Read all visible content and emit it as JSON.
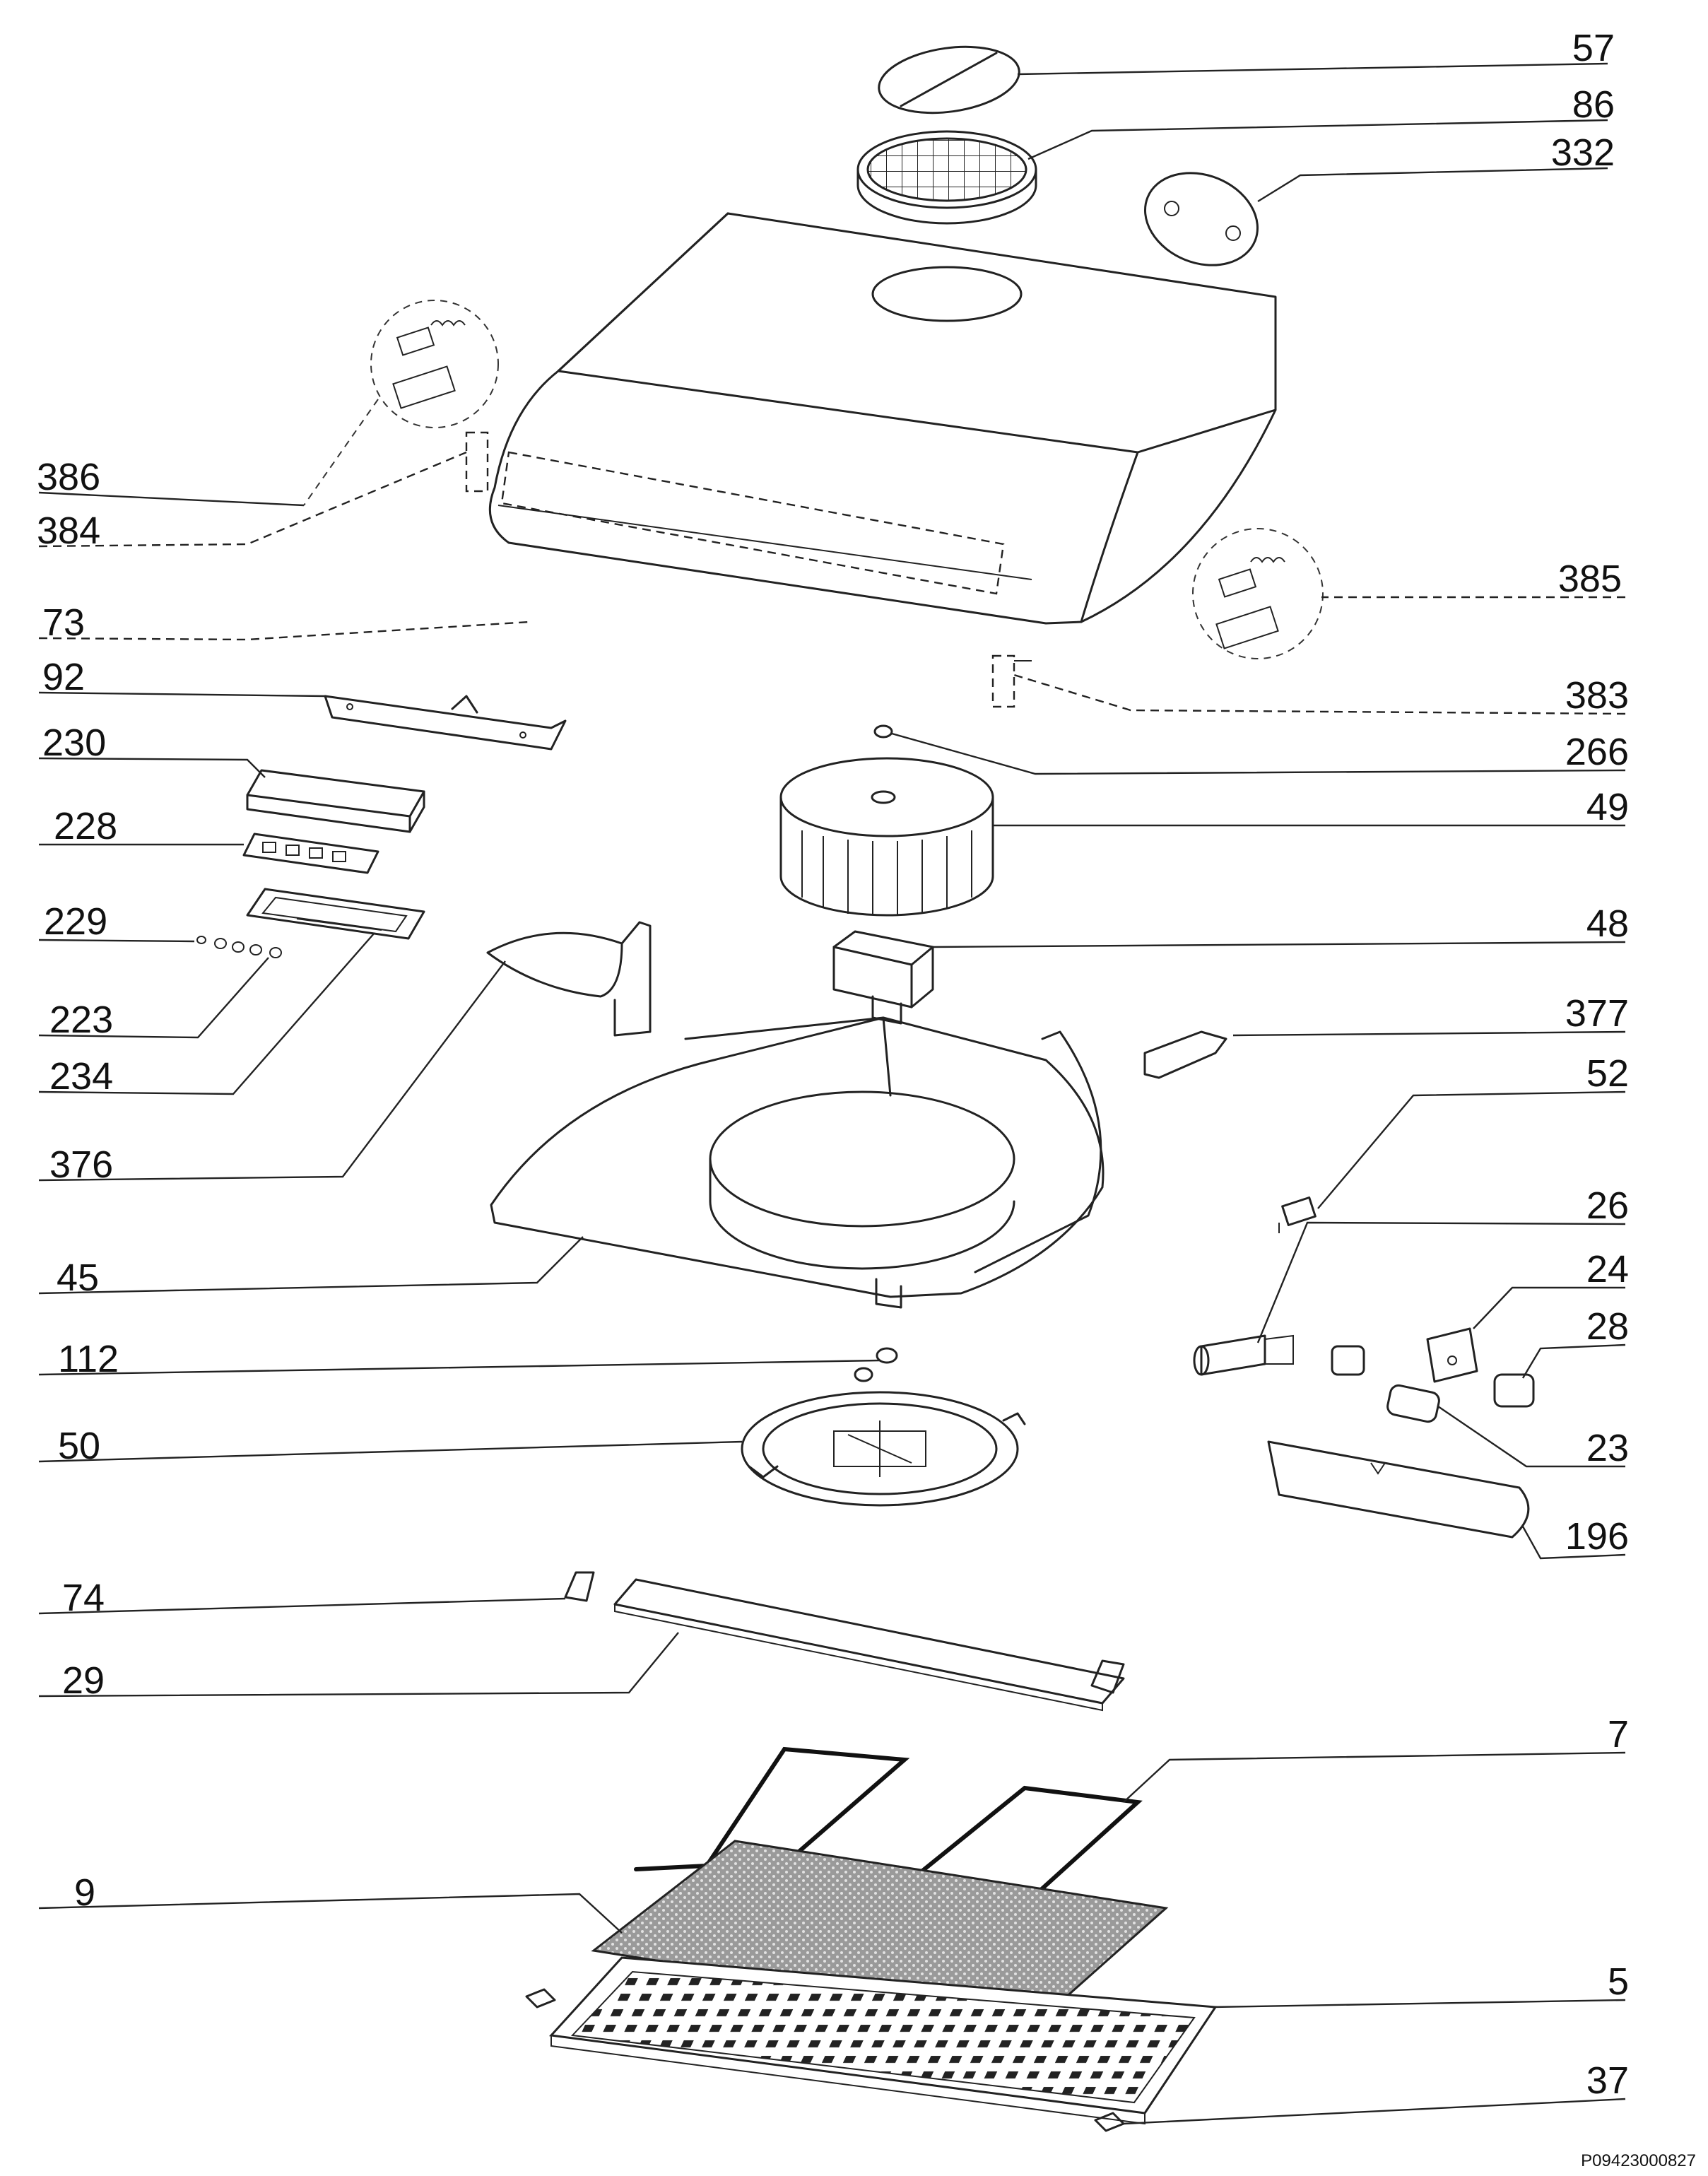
{
  "diagram": {
    "document_code": "P09423000827",
    "callouts": [
      {
        "id": "57",
        "label": "57"
      },
      {
        "id": "86",
        "label": "86"
      },
      {
        "id": "332",
        "label": "332"
      },
      {
        "id": "386",
        "label": "386"
      },
      {
        "id": "384",
        "label": "384"
      },
      {
        "id": "73",
        "label": "73"
      },
      {
        "id": "385",
        "label": "385"
      },
      {
        "id": "383",
        "label": "383"
      },
      {
        "id": "92",
        "label": "92"
      },
      {
        "id": "266",
        "label": "266"
      },
      {
        "id": "230",
        "label": "230"
      },
      {
        "id": "49",
        "label": "49"
      },
      {
        "id": "228",
        "label": "228"
      },
      {
        "id": "229",
        "label": "229"
      },
      {
        "id": "48",
        "label": "48"
      },
      {
        "id": "223",
        "label": "223"
      },
      {
        "id": "234",
        "label": "234"
      },
      {
        "id": "377",
        "label": "377"
      },
      {
        "id": "52",
        "label": "52"
      },
      {
        "id": "376",
        "label": "376"
      },
      {
        "id": "26",
        "label": "26"
      },
      {
        "id": "45",
        "label": "45"
      },
      {
        "id": "24",
        "label": "24"
      },
      {
        "id": "28",
        "label": "28"
      },
      {
        "id": "112",
        "label": "112"
      },
      {
        "id": "50",
        "label": "50"
      },
      {
        "id": "23",
        "label": "23"
      },
      {
        "id": "196",
        "label": "196"
      },
      {
        "id": "74",
        "label": "74"
      },
      {
        "id": "29",
        "label": "29"
      },
      {
        "id": "7",
        "label": "7"
      },
      {
        "id": "9",
        "label": "9"
      },
      {
        "id": "5",
        "label": "5"
      },
      {
        "id": "37",
        "label": "37"
      }
    ]
  }
}
